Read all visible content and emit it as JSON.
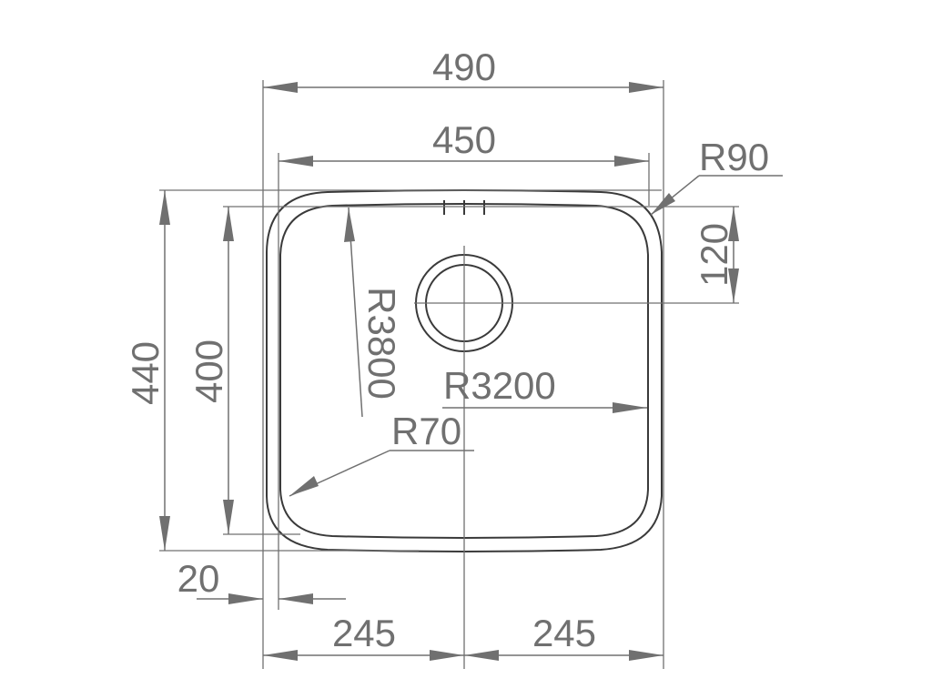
{
  "dimensions": {
    "overall_width": "490",
    "inner_width": "450",
    "corner_radius_outer": "R90",
    "drain_offset": "120",
    "overall_depth": "440",
    "inner_depth": "400",
    "side_radius": "R3800",
    "front_radius": "R3200",
    "corner_radius_inner": "R70",
    "rim": "20",
    "left_half": "245",
    "right_half": "245"
  },
  "colors": {
    "dimension_line": "#707070",
    "outline": "#3a3a3a",
    "background": "#ffffff"
  }
}
